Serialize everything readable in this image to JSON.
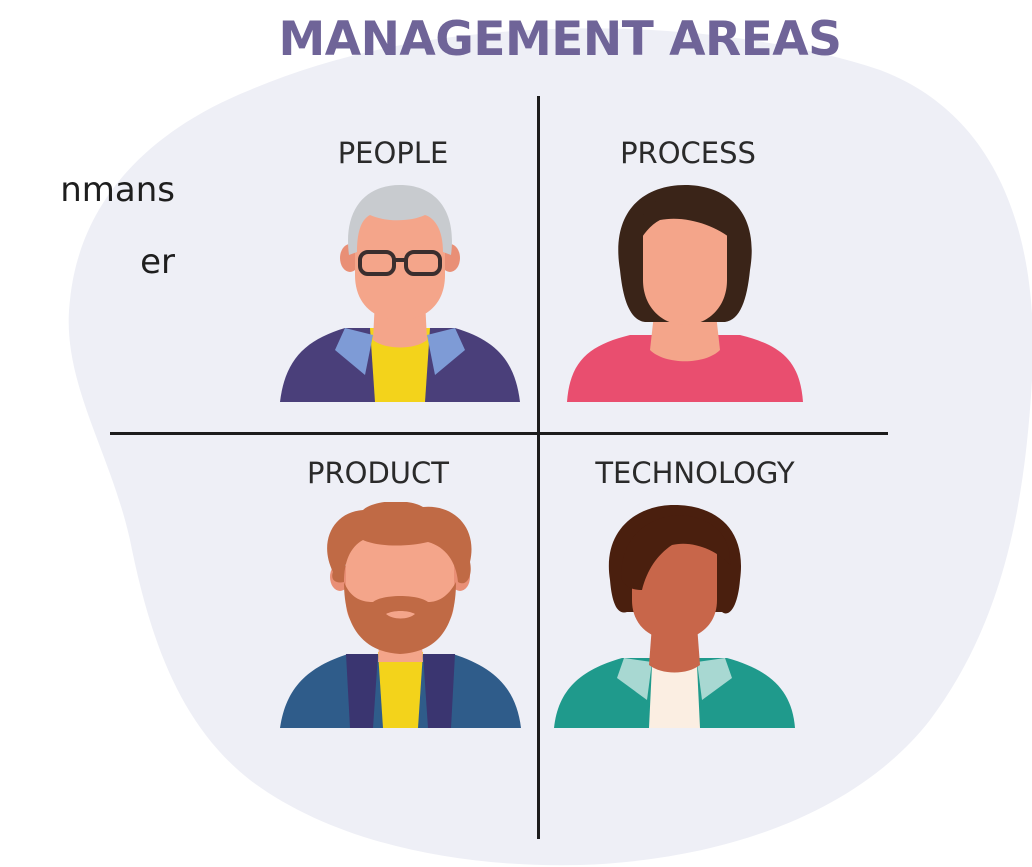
{
  "title": "MANAGEMENT AREAS",
  "side_text": {
    "line1": "nmans",
    "line2": "er"
  },
  "areas": [
    {
      "label": "PEOPLE",
      "icon": "older-man-glasses-icon"
    },
    {
      "label": "PROCESS",
      "icon": "woman-bob-hair-icon"
    },
    {
      "label": "PRODUCT",
      "icon": "bearded-man-icon"
    },
    {
      "label": "TECHNOLOGY",
      "icon": "woman-short-hair-icon"
    }
  ],
  "colors": {
    "title": "#6f6498",
    "blob": "#eeeff6",
    "divider": "#1c1c1c",
    "skin_light": "#f4a58a",
    "jacket_purple": "#4a3f7a",
    "shirt_yellow": "#f3d31b",
    "collar_blue": "#7e9bd6",
    "top_pink": "#e94e6f",
    "jacket_teal": "#1f9a8c"
  }
}
